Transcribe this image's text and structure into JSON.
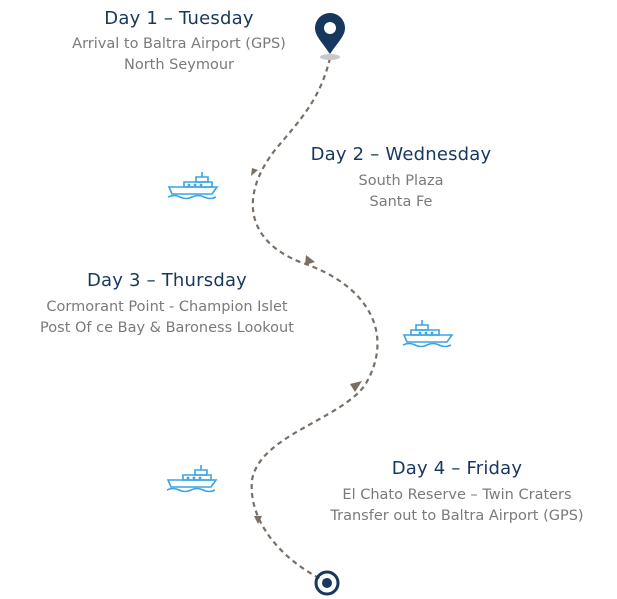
{
  "itinerary": {
    "days": [
      {
        "title": "Day 1 – Tuesday",
        "lines": [
          "Arrival to Baltra Airport (GPS)",
          "North Seymour"
        ]
      },
      {
        "title": "Day 2 – Wednesday",
        "lines": [
          "South Plaza",
          "Santa Fe"
        ]
      },
      {
        "title": "Day 3 – Thursday",
        "lines": [
          "Cormorant Point - Champion Islet",
          "Post Of  ce Bay & Baroness Lookout"
        ]
      },
      {
        "title": "Day 4 – Friday",
        "lines": [
          "El Chato Reserve – Twin Craters",
          "Transfer out to Baltra Airport (GPS)"
        ]
      }
    ]
  },
  "icons": {
    "start": "map-pin-icon",
    "end": "target-icon",
    "boat": "boat-icon"
  },
  "colors": {
    "title": "#17375e",
    "text": "#7a7a7a",
    "route": "#7a6f66",
    "pin": "#17375e",
    "boat": "#3aa3e3"
  }
}
